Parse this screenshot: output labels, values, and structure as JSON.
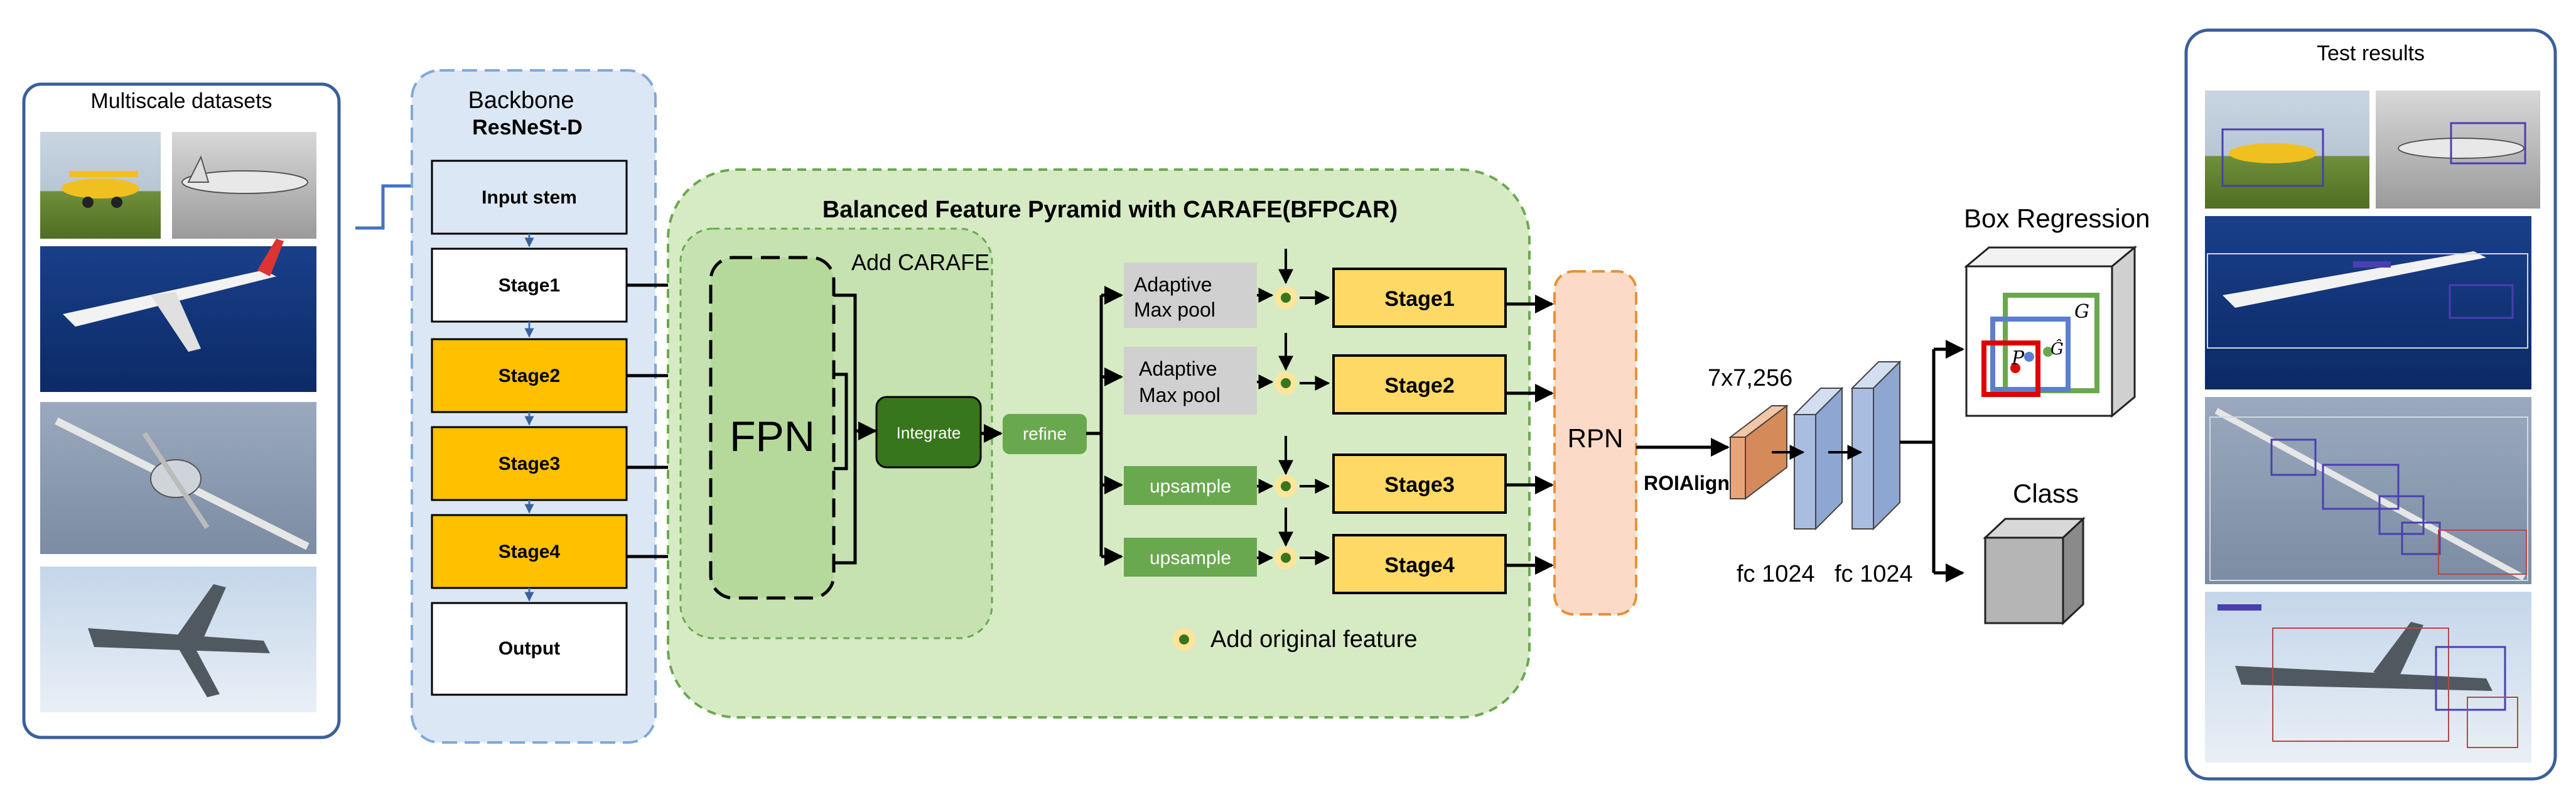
{
  "colors": {
    "panel_border": "#3a5f9a",
    "backbone_fill": "#dbe7f4",
    "backbone_border": "#7fa8d8",
    "stage_gold": "#ffc000",
    "stage_gold_light": "#ffd966",
    "bfp_fill": "#d6ebc4",
    "bfp_border": "#6aa84f",
    "fpn_fill": "#b5d99b",
    "integrate_fill": "#38761d",
    "refine_fill": "#6aa84f",
    "upsample_fill": "#6aa84f",
    "pool_fill": "#d0d0d0",
    "rpn_fill": "#fbdac8",
    "rpn_border": "#e69138",
    "feature_dot": "#ffe599",
    "feature_dot_core": "#38761d",
    "roi_feature": "#e9a57a",
    "fc_block": "#a9bde0",
    "gt_box": "#6aa84f",
    "pred_box": "#5b7fce",
    "anchor_box": "#e00000"
  },
  "left_panel": {
    "title": "Multiscale datasets",
    "images": [
      "two-aircraft-photo",
      "airliner-photo",
      "propeller-aircraft-photo",
      "fighter-jet-photo"
    ]
  },
  "backbone": {
    "title": "Backbone",
    "subtitle": "ResNeSt-D",
    "stages": [
      {
        "label": "Input stem",
        "style": "light"
      },
      {
        "label": "Stage1",
        "style": "white"
      },
      {
        "label": "Stage2",
        "style": "gold"
      },
      {
        "label": "Stage3",
        "style": "gold"
      },
      {
        "label": "Stage4",
        "style": "gold"
      },
      {
        "label": "Output",
        "style": "white"
      }
    ]
  },
  "bfpcar": {
    "title": "Balanced Feature Pyramid with CARAFE(BFPCAR)",
    "carafe_label": "Add CARAFE",
    "fpn_label": "FPN",
    "integrate_label": "Integrate",
    "refine_label": "refine",
    "ops": [
      {
        "line1": "Adaptive",
        "line2": "Max pool",
        "kind": "pool"
      },
      {
        "line1": "Adaptive",
        "line2": "Max pool",
        "kind": "pool"
      },
      {
        "line1": "upsample",
        "line2": "",
        "kind": "upsample"
      },
      {
        "line1": "upsample",
        "line2": "",
        "kind": "upsample"
      }
    ],
    "outputs": [
      "Stage1",
      "Stage2",
      "Stage3",
      "Stage4"
    ],
    "legend": "Add original feature"
  },
  "head": {
    "rpn_label": "RPN",
    "roialign_label": "ROIAlign",
    "feature_size_label": "7x7,256",
    "fc1_label": "fc 1024",
    "fc2_label": "fc 1024",
    "box_regression_label": "Box Regression",
    "class_label": "Class",
    "box_symbols": {
      "p": "P",
      "g": "G",
      "g_hat": "Ĝ"
    }
  },
  "right_panel": {
    "title": "Test results",
    "images": [
      "detection-result-1",
      "detection-result-2",
      "detection-result-3",
      "detection-result-4"
    ]
  }
}
